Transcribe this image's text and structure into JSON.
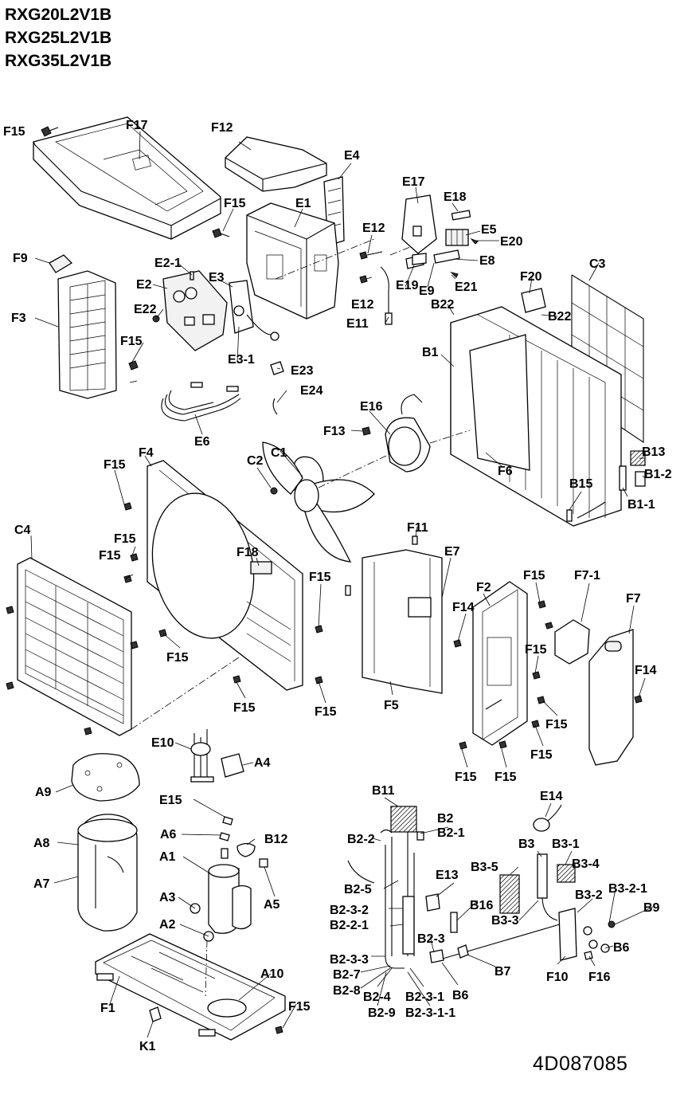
{
  "header": {
    "model_lines": [
      "RXG20L2V1B",
      "RXG25L2V1B",
      "RXG35L2V1B"
    ]
  },
  "document_number": "4D087085",
  "part_labels": {
    "F15_a": "F15",
    "F17": "F17",
    "F12": "F12",
    "E4": "E4",
    "F15_b": "F15",
    "E1": "E1",
    "E17": "E17",
    "E18": "E18",
    "E5": "E5",
    "E20": "E20",
    "E12_a": "E12",
    "E8": "E8",
    "F9": "F9",
    "E2-1": "E2-1",
    "E3": "E3",
    "E2": "E2",
    "E19": "E19",
    "E9": "E9",
    "E21": "E21",
    "F20": "F20",
    "C3": "C3",
    "E22": "E22",
    "E12_b": "E12",
    "B22_a": "B22",
    "B22_b": "B22",
    "F3": "F3",
    "E11": "E11",
    "F15_c": "F15",
    "E3-1": "E3-1",
    "B1": "B1",
    "E23": "E23",
    "E24": "E24",
    "E6": "E6",
    "E16": "E16",
    "F13": "F13",
    "F6": "F6",
    "B13": "B13",
    "B1-2": "B1-2",
    "F4": "F4",
    "C1": "C1",
    "C2": "C2",
    "F15_d": "F15",
    "B15": "B15",
    "B1-1": "B1-1",
    "C4": "C4",
    "F15_e": "F15",
    "F18": "F18",
    "F11": "F11",
    "F15_f": "F15",
    "E7": "E7",
    "F15_g": "F15",
    "F7-1": "F7-1",
    "F15_h": "F15",
    "F2": "F2",
    "F7": "F7",
    "F14_a": "F14",
    "F15_i": "F15",
    "F15_j": "F15",
    "F14_b": "F14",
    "F15_k": "F15",
    "F5": "F5",
    "F15_l": "F15",
    "F15_m": "F15",
    "F15_n": "F15",
    "E10": "E10",
    "A4": "A4",
    "F15_o": "F15",
    "F15_p": "F15",
    "A9": "A9",
    "E15": "E15",
    "B11": "B11",
    "E14": "E14",
    "B2": "B2",
    "B2-1": "B2-1",
    "A6": "A6",
    "B12": "B12",
    "B2-2": "B2-2",
    "A8": "A8",
    "A1": "A1",
    "B3": "B3",
    "B3-1": "B3-1",
    "B3-4": "B3-4",
    "B3-5": "B3-5",
    "E13": "E13",
    "A7": "A7",
    "B2-5": "B2-5",
    "A5": "A5",
    "B3-2": "B3-2",
    "B3-2-1": "B3-2-1",
    "A3": "A3",
    "B16": "B16",
    "B9": "B9",
    "B2-3-2": "B2-3-2",
    "B3-3": "B3-3",
    "A2": "A2",
    "B2-2-1": "B2-2-1",
    "B2-3": "B2-3",
    "B6_a": "B6",
    "B2-3-3": "B2-3-3",
    "B7": "B7",
    "B2-7": "B2-7",
    "F10": "F10",
    "F16": "F16",
    "A10": "A10",
    "B2-8": "B2-8",
    "B2-4": "B2-4",
    "B2-3-1": "B2-3-1",
    "B6_b": "B6",
    "F1": "F1",
    "F15_q": "F15",
    "B2-9": "B2-9",
    "B2-3-1-1": "B2-3-1-1",
    "K1": "K1"
  }
}
